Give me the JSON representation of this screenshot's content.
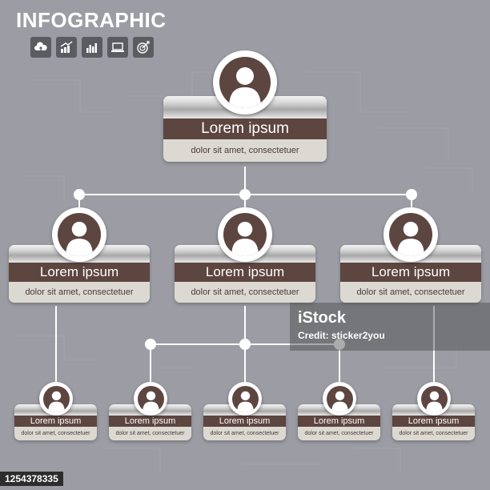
{
  "header": {
    "title": "INFOGRAPHIC",
    "icons": [
      "cloud-upload-icon",
      "growth-chart-icon",
      "bar-chart-icon",
      "laptop-icon",
      "target-icon"
    ]
  },
  "org": {
    "root": {
      "title": "Lorem ipsum",
      "subtitle": "dolor sit amet, consectetuer"
    },
    "level2": [
      {
        "title": "Lorem ipsum",
        "subtitle": "dolor sit amet, consectetuer"
      },
      {
        "title": "Lorem ipsum",
        "subtitle": "dolor sit amet, consectetuer"
      },
      {
        "title": "Lorem ipsum",
        "subtitle": "dolor sit amet, consectetuer"
      }
    ],
    "level3": [
      {
        "title": "Lorem ipsum",
        "subtitle": "dolor sit amet, consectetuer"
      },
      {
        "title": "Lorem ipsum",
        "subtitle": "dolor sit amet, consectetuer"
      },
      {
        "title": "Lorem ipsum",
        "subtitle": "dolor sit amet, consectetuer"
      },
      {
        "title": "Lorem ipsum",
        "subtitle": "dolor sit amet, consectetuer"
      },
      {
        "title": "Lorem ipsum",
        "subtitle": "dolor sit amet, consectetuer"
      }
    ]
  },
  "colors": {
    "background": "#9c9da4",
    "band": "#5d4540",
    "connector": "#ffffff"
  },
  "watermark": {
    "logo": "iStock",
    "credit": "Credit: sticker2you",
    "stock_id": "1254378335"
  }
}
